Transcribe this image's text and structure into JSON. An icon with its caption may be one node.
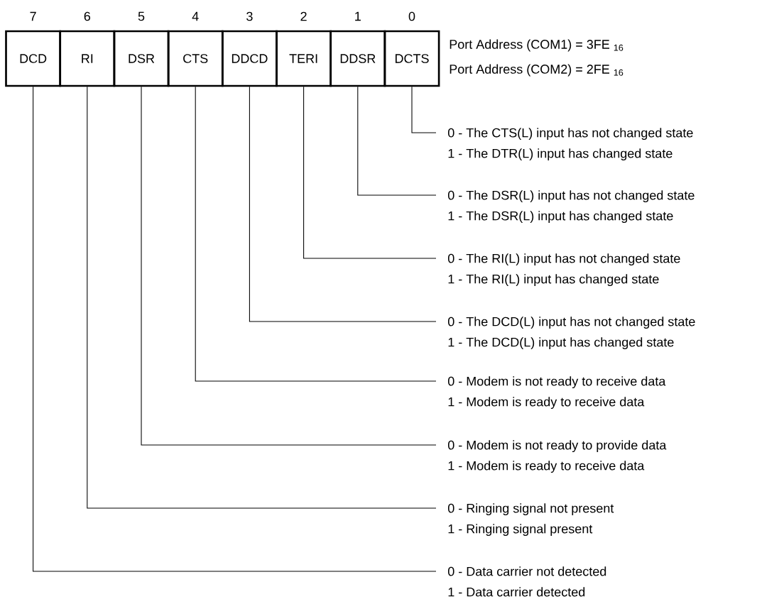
{
  "diagram": {
    "nodes": [
      {
        "text": [
          "DCD"
        ],
        "beside": [
          "7"
        ]
      },
      {
        "text": [
          "RI"
        ],
        "beside": [
          "6"
        ]
      },
      {
        "text": [
          "DSR"
        ],
        "beside": [
          "5"
        ]
      },
      {
        "text": [
          "CTS"
        ],
        "beside": [
          "4"
        ]
      },
      {
        "text": [
          "DDCD"
        ],
        "beside": [
          "3"
        ]
      },
      {
        "text": [
          "TERI"
        ],
        "beside": [
          "2"
        ]
      },
      {
        "text": [
          "DDSR"
        ],
        "beside": [
          "1"
        ]
      },
      {
        "text": [
          "DCTS"
        ],
        "beside": [
          "0"
        ]
      },
      {
        "text": [
          "0 - The CTS(L) input has not changed state",
          "1 - The DTR(L) input has changed state"
        ]
      },
      {
        "text": [
          "0 - The DSR(L) input has not changed state",
          "1 - The DSR(L) input has changed state"
        ]
      },
      {
        "text": [
          "0 - The RI(L) input has not changed state",
          "1 - The RI(L) input has changed state"
        ]
      },
      {
        "text": [
          "0 - The DCD(L) input has not changed state",
          "1 - The DCD(L) input has changed state"
        ]
      },
      {
        "text": [
          "0 - Modem is not ready to receive data",
          "1 - Modem is ready to receive data"
        ]
      },
      {
        "text": [
          "0 - Modem is not ready to provide data",
          "1 - Modem is ready to receive data"
        ]
      },
      {
        "text": [
          "0 - Ringing signal not present",
          "1 - Ringing signal present"
        ]
      },
      {
        "text": [
          "0 - Data carrier not detected",
          "1 - Data carrier detected"
        ]
      }
    ],
    "edges": [
      {
        "from": 7,
        "to": 8,
        "arrow": "none"
      },
      {
        "from": 6,
        "to": 9,
        "arrow": "none"
      },
      {
        "from": 5,
        "to": 10,
        "arrow": "none"
      },
      {
        "from": 4,
        "to": 11,
        "arrow": "none"
      },
      {
        "from": 3,
        "to": 12,
        "arrow": "none"
      },
      {
        "from": 2,
        "to": 13,
        "arrow": "none"
      },
      {
        "from": 1,
        "to": 14,
        "arrow": "none"
      },
      {
        "from": 0,
        "to": 15,
        "arrow": "none"
      }
    ],
    "labels": [
      "Port Address (COM1) = 3FE $_{16}$",
      "Port Address (COM2) = 2FE $_{16}$"
    ]
  }
}
